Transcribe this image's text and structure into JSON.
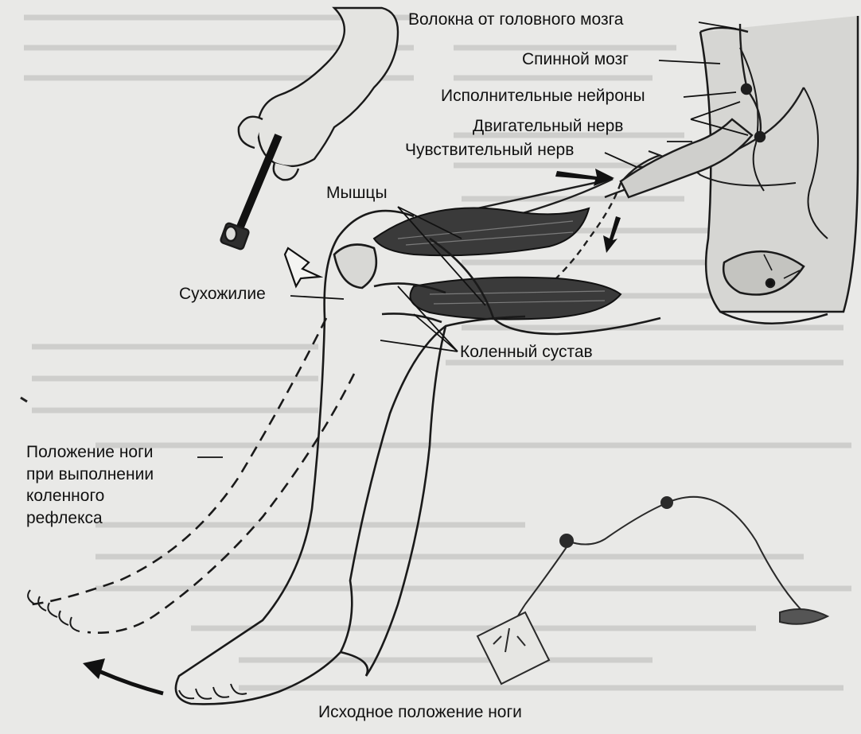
{
  "diagram": {
    "labels": {
      "brain_fibers": "Волокна от головного мозга",
      "spinal_cord": "Спинной мозг",
      "executive_neurons": "Исполнительные нейроны",
      "motor_nerve": "Двигательный нерв",
      "sensory_nerve": "Чувствительный нерв",
      "muscles": "Мышцы",
      "tendon": "Сухожилие",
      "knee_joint": "Коленный сустав",
      "reflex_position": [
        "Положение ноги",
        "при выполнении",
        "коленного",
        "рефлекса"
      ],
      "initial_position": "Исходное положение ноги"
    }
  },
  "colors": {
    "paper": "#e9e9e7",
    "ink": "#111111",
    "muscle": "#3a3a3a",
    "ghost_text": "#9a9a98"
  }
}
